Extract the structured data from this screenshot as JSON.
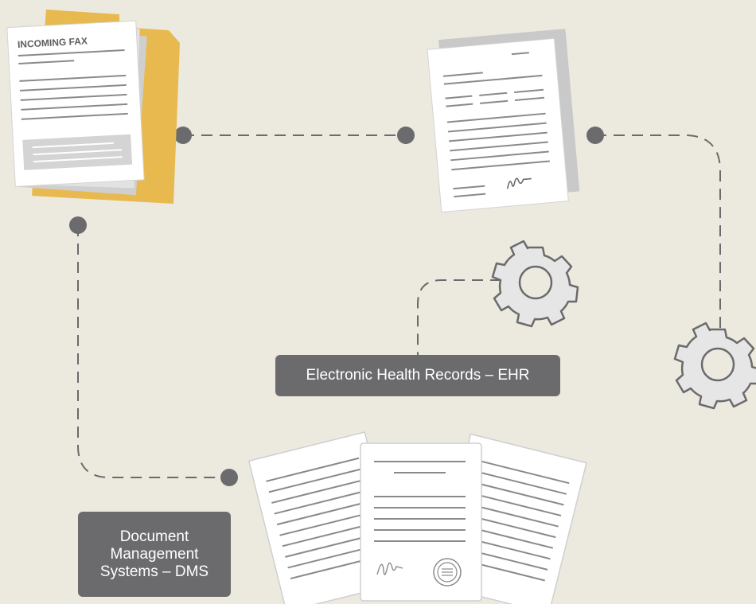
{
  "incoming_fax": {
    "label": "INCOMING FAX"
  },
  "labels": {
    "ehr": "Electronic Health Records – EHR",
    "dms": "Document\nManagement\nSystems – DMS"
  },
  "colors": {
    "background": "#ece9df",
    "folder": "#e8b94e",
    "paper": "#ffffff",
    "line": "#8a8a8c",
    "gear_fill": "#e6e6e6",
    "gear_stroke": "#6b6b6d",
    "label_bg": "#6b6b6d"
  },
  "icons": [
    "folder-icon",
    "document-icon",
    "gear-icon",
    "signature-icon",
    "seal-icon"
  ]
}
